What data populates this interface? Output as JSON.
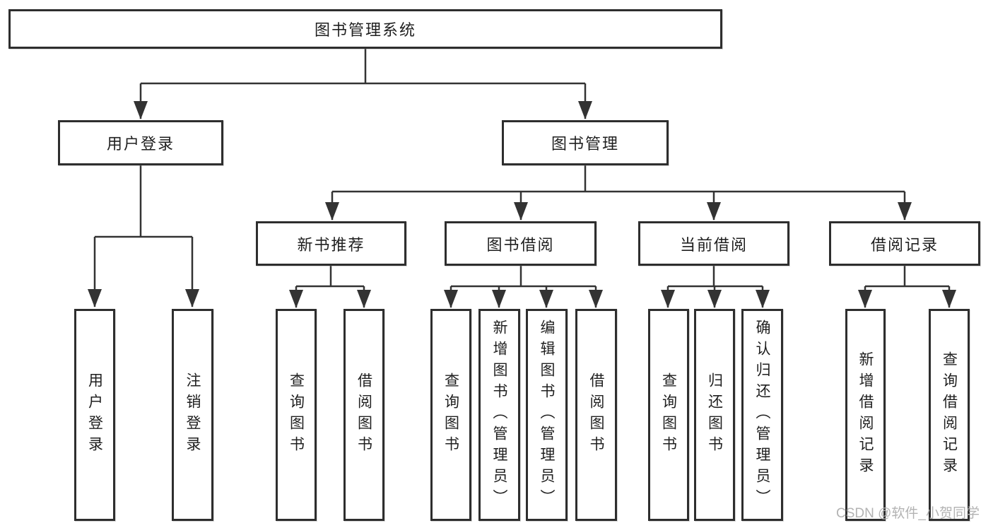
{
  "colors": {
    "line": "#333333",
    "box_border": "#2e2e2e",
    "text": "#1f1f1f",
    "watermark": "#b3b3b3",
    "background": "#ffffff"
  },
  "watermark": "CSDN @软件_小贺同学",
  "tree": {
    "root": {
      "label": "图书管理系统"
    },
    "branches": [
      {
        "label": "用户登录",
        "children": [
          {
            "label": "用户登录"
          },
          {
            "label": "注销登录"
          }
        ]
      },
      {
        "label": "图书管理",
        "children": [
          {
            "label": "新书推荐",
            "children": [
              {
                "label": "查询图书"
              },
              {
                "label": "借阅图书"
              }
            ]
          },
          {
            "label": "图书借阅",
            "children": [
              {
                "label": "查询图书"
              },
              {
                "label": "新增图书（管理员）"
              },
              {
                "label": "编辑图书（管理员）"
              },
              {
                "label": "借阅图书"
              }
            ]
          },
          {
            "label": "当前借阅",
            "children": [
              {
                "label": "查询图书"
              },
              {
                "label": "归还图书"
              },
              {
                "label": "确认归还（管理员）"
              }
            ]
          },
          {
            "label": "借阅记录",
            "children": [
              {
                "label": "新增借阅记录"
              },
              {
                "label": "查询借阅记录"
              }
            ]
          }
        ]
      }
    ]
  }
}
